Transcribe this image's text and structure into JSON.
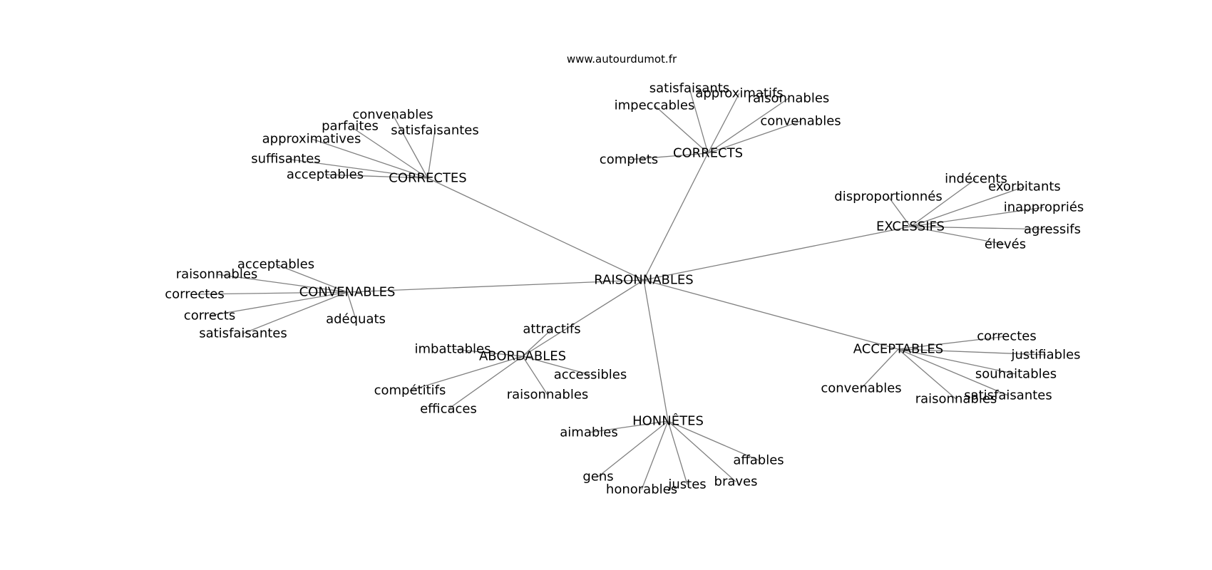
{
  "site": "www.autourdumot.fr",
  "center": "RAISONNABLES",
  "colors": {
    "edge": "#808080",
    "text": "#000000",
    "background": "#ffffff"
  },
  "groups": [
    {
      "id": "correctes",
      "label": "CORRECTES",
      "leaves": [
        "convenables",
        "parfaites",
        "satisfaisantes",
        "approximatives",
        "suffisantes",
        "acceptables"
      ]
    },
    {
      "id": "corrects",
      "label": "CORRECTS",
      "leaves": [
        "satisfaisants",
        "approximatifs",
        "raisonnables",
        "impeccables",
        "convenables",
        "complets"
      ]
    },
    {
      "id": "excessifs",
      "label": "EXCESSIFS",
      "leaves": [
        "indécents",
        "exorbitants",
        "disproportionnés",
        "inappropriés",
        "agressifs",
        "élevés"
      ]
    },
    {
      "id": "convenables",
      "label": "CONVENABLES",
      "leaves": [
        "acceptables",
        "raisonnables",
        "correctes",
        "corrects",
        "satisfaisantes",
        "adéquats"
      ]
    },
    {
      "id": "abordables",
      "label": "ABORDABLES",
      "leaves": [
        "attractifs",
        "imbattables",
        "accessibles",
        "compétitifs",
        "raisonnables",
        "efficaces"
      ]
    },
    {
      "id": "acceptables",
      "label": "ACCEPTABLES",
      "leaves": [
        "correctes",
        "justifiables",
        "souhaitables",
        "convenables",
        "raisonnables",
        "satisfaisantes"
      ]
    },
    {
      "id": "honnetes",
      "label": "HONNÊTES",
      "leaves": [
        "aimables",
        "affables",
        "gens",
        "justes",
        "braves",
        "honorables"
      ]
    }
  ]
}
